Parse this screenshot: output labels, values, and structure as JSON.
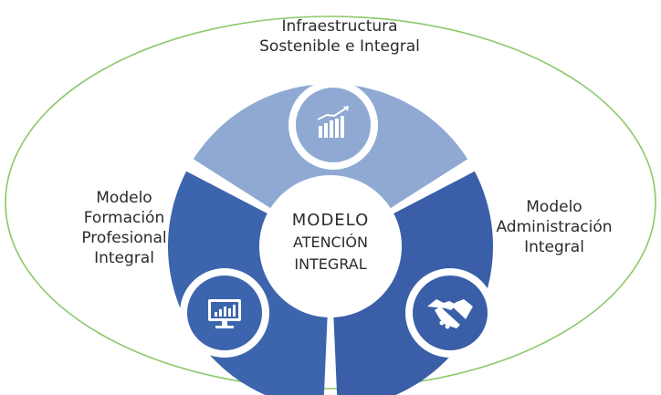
{
  "diagram": {
    "center": {
      "line1": "MODELO",
      "line2": "ATENCIÓN",
      "line3": "INTEGRAL"
    },
    "segments": [
      {
        "id": "infraestructura",
        "lines": [
          "Infraestructura",
          "Sostenible e Integral"
        ],
        "icon": "bar-chart-icon",
        "color": "#8fa9d3"
      },
      {
        "id": "formacion",
        "lines": [
          "Modelo",
          "Formación",
          "Profesional",
          "Integral"
        ],
        "icon": "monitor-chart-icon",
        "color": "#3d65ad"
      },
      {
        "id": "administracion",
        "lines": [
          "Modelo",
          "Administración",
          "Integral"
        ],
        "icon": "handshake-icon",
        "color": "#3a5fa8"
      }
    ],
    "colors": {
      "ellipse_border": "#8dc86b",
      "ring_light": "#8fa9d3",
      "ring_dark": "#3d65ad",
      "center_fill": "#ffffff"
    }
  }
}
